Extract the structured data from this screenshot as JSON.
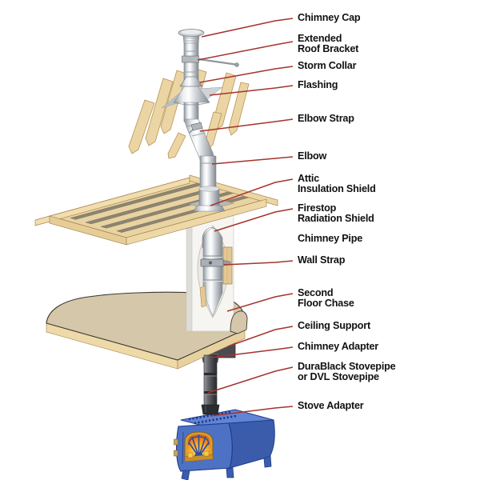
{
  "diagram": {
    "labels": [
      {
        "id": "chimney-cap",
        "text": "Chimney Cap"
      },
      {
        "id": "extended-roof-bracket",
        "text": "Extended\nRoof Bracket"
      },
      {
        "id": "storm-collar",
        "text": "Storm Collar"
      },
      {
        "id": "flashing",
        "text": "Flashing"
      },
      {
        "id": "elbow-strap",
        "text": "Elbow Strap"
      },
      {
        "id": "elbow",
        "text": "Elbow"
      },
      {
        "id": "attic-insulation-shield",
        "text": "Attic\nInsulation Shield"
      },
      {
        "id": "firestop-radiation-shield",
        "text": "Firestop\nRadiation Shield"
      },
      {
        "id": "chimney-pipe",
        "text": "Chimney Pipe"
      },
      {
        "id": "wall-strap",
        "text": "Wall Strap"
      },
      {
        "id": "second-floor-chase",
        "text": "Second\nFloor Chase"
      },
      {
        "id": "ceiling-support",
        "text": "Ceiling Support"
      },
      {
        "id": "chimney-adapter",
        "text": "Chimney Adapter"
      },
      {
        "id": "durablack-stovepipe",
        "text": "DuraBlack Stovepipe\nor DVL Stovepipe"
      },
      {
        "id": "stove-adapter",
        "text": "Stove Adapter"
      }
    ],
    "colors": {
      "leader_line": "#a5332d",
      "label_text": "#111111",
      "wood_tan": "#ecd5a5",
      "joist_gray": "#8d8570",
      "pipe_silver": "#c7ccd1",
      "stovepipe_dark": "#4a4c50",
      "chase_white": "#f6f5f1",
      "stove_blue": "#4d72c4",
      "flame_orange": "#f08c1a",
      "background": "#ffffff"
    }
  }
}
